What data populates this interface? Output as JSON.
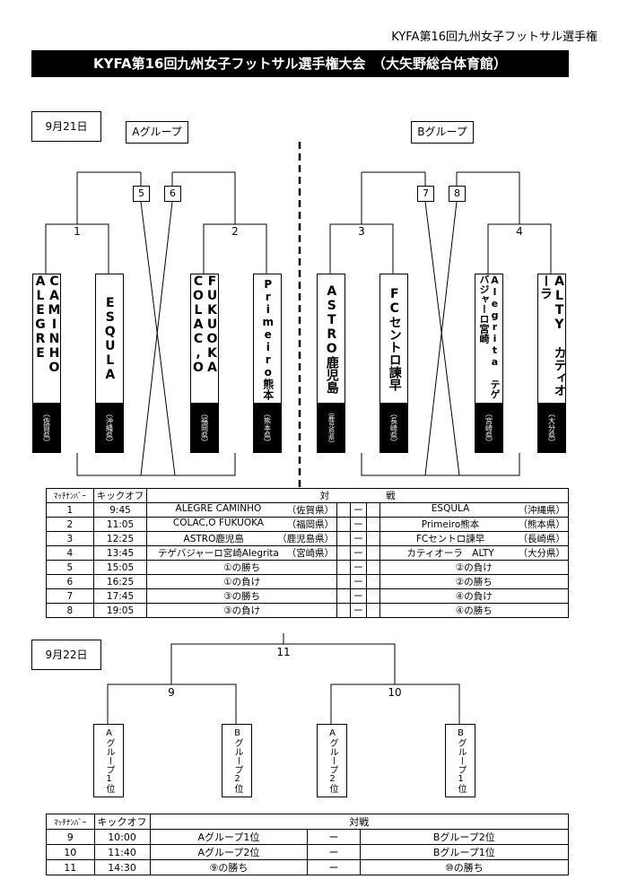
{
  "header_right": "KYFA第16回九州女子フットサル選手権",
  "title": "KYFA第16回九州女子フットサル選手権大会　（大矢野総合体育館）",
  "day1": {
    "date": "9月21日",
    "group_a_label": "Aグループ",
    "group_b_label": "Bグループ",
    "nodes": {
      "n1": "1",
      "n2": "2",
      "n3": "3",
      "n4": "4",
      "n5": "5",
      "n6": "6",
      "n7": "7",
      "n8": "8"
    },
    "teams": [
      {
        "name": "CAMINHO ALEGRE",
        "pref": "（佐賀県）"
      },
      {
        "name": "ESQULA",
        "pref": "（沖縄県）"
      },
      {
        "name": "FUKUOKA COLAC,O",
        "pref": "（福岡県）"
      },
      {
        "name": "Primeiro熊本",
        "pref": "（熊本県）"
      },
      {
        "name": "ASTRO鹿児島",
        "pref": "（鹿児島県）"
      },
      {
        "name": "FCセントロ諫早",
        "pref": "（長崎県）"
      },
      {
        "name": "Alegrita テゲバジャーロ宮崎",
        "pref": "（宮崎県）"
      },
      {
        "name": "ALTY カティオーラ",
        "pref": "（大分県）"
      }
    ],
    "schedule_header": {
      "match_no": "ﾏｯﾁﾅﾝﾊﾞｰ",
      "kickoff": "キックオフ",
      "vs": "対　　　　　　戦"
    },
    "dash": "ー",
    "matches": [
      {
        "no": "1",
        "time": "9:45",
        "home": "ALEGRE CAMINHO",
        "home_pref": "（佐賀県）",
        "away": "ESQULA",
        "away_pref": "（沖縄県）"
      },
      {
        "no": "2",
        "time": "11:05",
        "home": "COLAC,O FUKUOKA",
        "home_pref": "（福岡県）",
        "away": "Primeiro熊本",
        "away_pref": "（熊本県）"
      },
      {
        "no": "3",
        "time": "12:25",
        "home": "ASTRO鹿児島",
        "home_pref": "（鹿児島県）",
        "away": "FCセントロ諫早",
        "away_pref": "（長崎県）"
      },
      {
        "no": "4",
        "time": "13:45",
        "home": "テゲバジャーロ宮崎Alegrita",
        "home_pref": "（宮崎県）",
        "away": "カティオーラ　ALTY",
        "away_pref": "（大分県）"
      },
      {
        "no": "5",
        "time": "15:05",
        "home": "①の勝ち",
        "home_pref": "",
        "away": "②の負け",
        "away_pref": ""
      },
      {
        "no": "6",
        "time": "16:25",
        "home": "①の負け",
        "home_pref": "",
        "away": "②の勝ち",
        "away_pref": ""
      },
      {
        "no": "7",
        "time": "17:45",
        "home": "③の勝ち",
        "home_pref": "",
        "away": "④の負け",
        "away_pref": ""
      },
      {
        "no": "8",
        "time": "19:05",
        "home": "③の負け",
        "home_pref": "",
        "away": "④の勝ち",
        "away_pref": ""
      }
    ]
  },
  "day2": {
    "date": "9月22日",
    "nodes": {
      "n9": "9",
      "n10": "10",
      "n11": "11"
    },
    "slots": [
      "Aグループ1位",
      "Bグループ2位",
      "Aグループ2位",
      "Bグループ1位"
    ],
    "schedule_header": {
      "match_no": "ﾏｯﾁﾅﾝﾊﾞｰ",
      "kickoff": "キックオフ",
      "vs": "対戦"
    },
    "dash": "ー",
    "matches": [
      {
        "no": "9",
        "time": "10:00",
        "home": "Aグループ1位",
        "away": "Bグループ2位"
      },
      {
        "no": "10",
        "time": "11:40",
        "home": "Aグループ2位",
        "away": "Bグループ1位"
      },
      {
        "no": "11",
        "time": "14:30",
        "home": "⑨の勝ち",
        "away": "⑩の勝ち"
      }
    ]
  }
}
